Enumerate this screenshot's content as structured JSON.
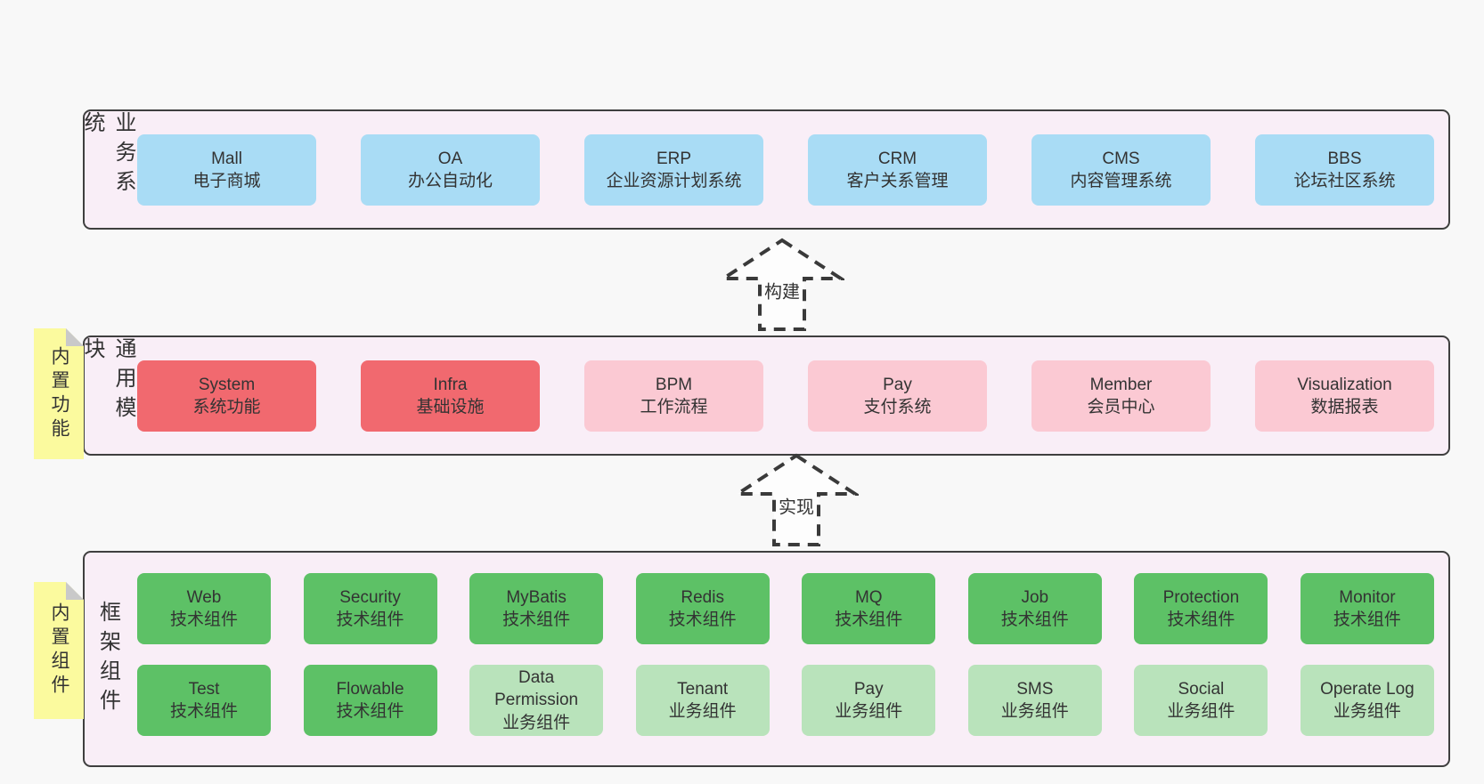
{
  "colors": {
    "page-bg": "#f8f8f8",
    "panel-bg": "#f9eef7",
    "panel-border": "#3f3f3f",
    "blue": "#a9dcf5",
    "red": "#f1696f",
    "pink": "#fbc9d3",
    "green": "#5dc166",
    "light-green": "#b9e3bb",
    "sticky-yellow": "#fbfa9e",
    "sticky-fold": "#c9c9c9",
    "arrow-fill": "#fdfdfd",
    "arrow-stroke": "#3a3a3a",
    "text": "#333333"
  },
  "sections": [
    {
      "label": "业务系统",
      "rows": [
        [
          {
            "name": "Mall",
            "desc": "电子商城",
            "variant": "blue"
          },
          {
            "name": "OA",
            "desc": "办公自动化",
            "variant": "blue"
          },
          {
            "name": "ERP",
            "desc": "企业资源计划系统",
            "variant": "blue"
          },
          {
            "name": "CRM",
            "desc": "客户关系管理",
            "variant": "blue"
          },
          {
            "name": "CMS",
            "desc": "内容管理系统",
            "variant": "blue"
          },
          {
            "name": "BBS",
            "desc": "论坛社区系统",
            "variant": "blue"
          }
        ]
      ]
    },
    {
      "label": "通用模块",
      "sticky": "内置功能",
      "rows": [
        [
          {
            "name": "System",
            "desc": "系统功能",
            "variant": "red"
          },
          {
            "name": "Infra",
            "desc": "基础设施",
            "variant": "red"
          },
          {
            "name": "BPM",
            "desc": "工作流程",
            "variant": "pink"
          },
          {
            "name": "Pay",
            "desc": "支付系统",
            "variant": "pink"
          },
          {
            "name": "Member",
            "desc": "会员中心",
            "variant": "pink"
          },
          {
            "name": "Visualization",
            "desc": "数据报表",
            "variant": "pink"
          }
        ]
      ]
    },
    {
      "label": "框架组件",
      "sticky": "内置组件",
      "rows": [
        [
          {
            "name": "Web",
            "desc": "技术组件",
            "variant": "green"
          },
          {
            "name": "Security",
            "desc": "技术组件",
            "variant": "green"
          },
          {
            "name": "MyBatis",
            "desc": "技术组件",
            "variant": "green"
          },
          {
            "name": "Redis",
            "desc": "技术组件",
            "variant": "green"
          },
          {
            "name": "MQ",
            "desc": "技术组件",
            "variant": "green"
          },
          {
            "name": "Job",
            "desc": "技术组件",
            "variant": "green"
          },
          {
            "name": "Protection",
            "desc": "技术组件",
            "variant": "green"
          },
          {
            "name": "Monitor",
            "desc": "技术组件",
            "variant": "green"
          }
        ],
        [
          {
            "name": "Test",
            "desc": "技术组件",
            "variant": "green"
          },
          {
            "name": "Flowable",
            "desc": "技术组件",
            "variant": "green"
          },
          {
            "name": "Data Permission",
            "desc": "业务组件",
            "variant": "light-green"
          },
          {
            "name": "Tenant",
            "desc": "业务组件",
            "variant": "light-green"
          },
          {
            "name": "Pay",
            "desc": "业务组件",
            "variant": "light-green"
          },
          {
            "name": "SMS",
            "desc": "业务组件",
            "variant": "light-green"
          },
          {
            "name": "Social",
            "desc": "业务组件",
            "variant": "light-green"
          },
          {
            "name": "Operate Log",
            "desc": "业务组件",
            "variant": "light-green"
          }
        ]
      ]
    }
  ],
  "arrows": [
    {
      "label": "构建"
    },
    {
      "label": "实现"
    }
  ]
}
